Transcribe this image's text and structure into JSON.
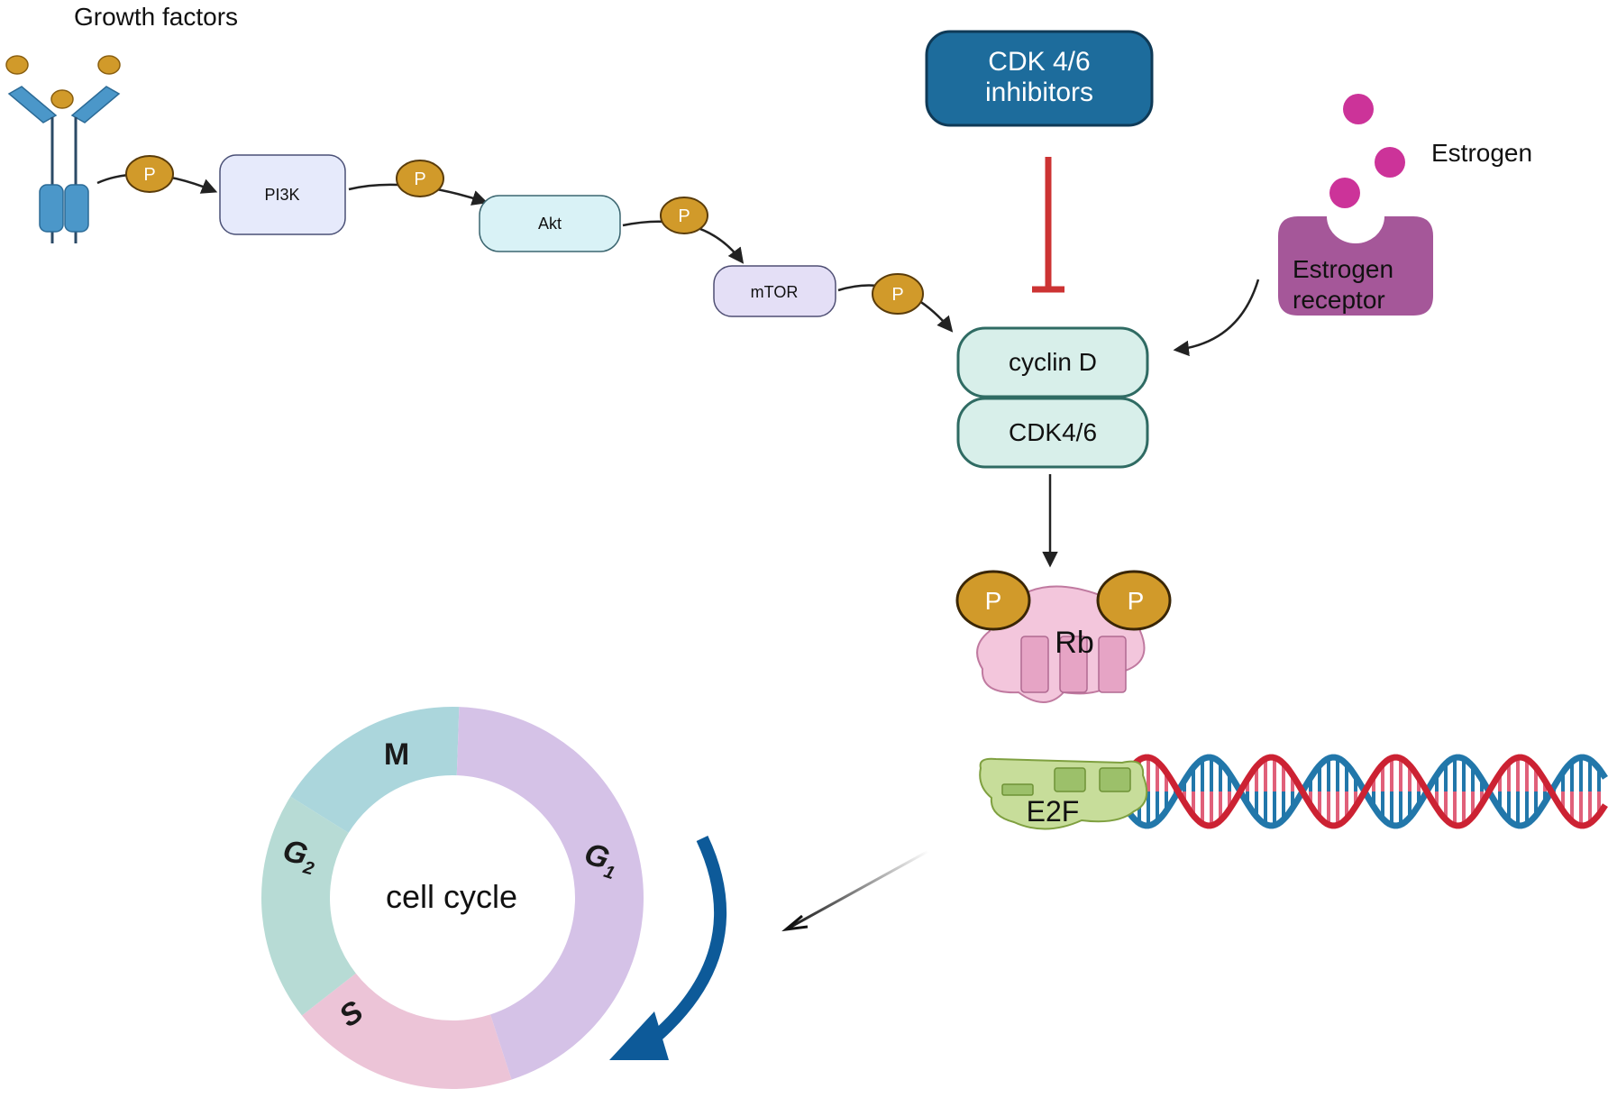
{
  "labels": {
    "growth_factors": "Growth factors",
    "pi3k": "PI3K",
    "akt": "Akt",
    "mtor": "mTOR",
    "phospho": "P",
    "inhibitor_line1": "CDK 4/6",
    "inhibitor_line2": "inhibitors",
    "estrogen": "Estrogen",
    "receptor_line1": "Estrogen",
    "receptor_line2": "receptor",
    "cyclin_d": "cyclin D",
    "cdk46": "CDK4/6",
    "rb": "Rb",
    "e2f": "E2F",
    "cell_cycle": "cell cycle"
  },
  "cell_cycle_phases": [
    {
      "name": "M",
      "color": "#abd6dc"
    },
    {
      "name": "G",
      "sub": "1",
      "color": "#d5c2e7"
    },
    {
      "name": "S",
      "color": "#ecc4d7"
    },
    {
      "name": "G",
      "sub": "2",
      "color": "#b7dbd5"
    }
  ],
  "colors": {
    "phospho": "#d19a2a",
    "phospho_stroke": "#5a3c0a",
    "inhibitor_fill": "#1d6c9c",
    "inhibition_bar": "#cc3333",
    "receptor": "#a55799",
    "estrogen_dot": "#cc3399",
    "cyclin_fill": "#d8efea",
    "cyclin_stroke": "#2f6b63",
    "dna_red": "#cc2233",
    "dna_blue": "#2277aa",
    "cycle_arrow": "#0d5a99"
  }
}
